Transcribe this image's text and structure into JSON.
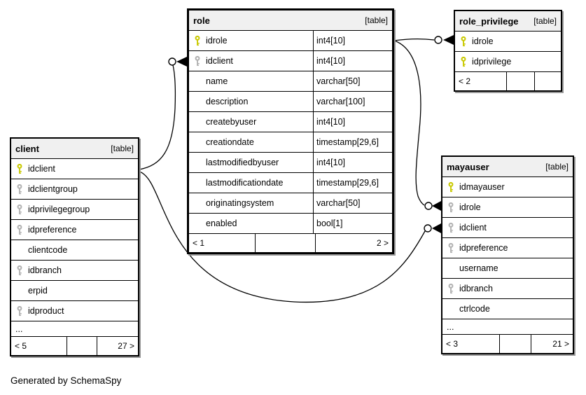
{
  "note": "Generated by SchemaSpy",
  "colors": {
    "primary_key": "#c9c900",
    "foreign_key": "#b2b2b2",
    "header_bg": "#f0f0f0",
    "border": "#000000",
    "shadow": "#999999"
  },
  "tables": [
    {
      "name": "role",
      "tag": "[table]",
      "columns": [
        {
          "name": "idrole",
          "type": "int4[10]",
          "key": "pk"
        },
        {
          "name": "idclient",
          "type": "int4[10]",
          "key": "fk"
        },
        {
          "name": "name",
          "type": "varchar[50]",
          "key": ""
        },
        {
          "name": "description",
          "type": "varchar[100]",
          "key": ""
        },
        {
          "name": "createbyuser",
          "type": "int4[10]",
          "key": ""
        },
        {
          "name": "creationdate",
          "type": "timestamp[29,6]",
          "key": ""
        },
        {
          "name": "lastmodifiedbyuser",
          "type": "int4[10]",
          "key": ""
        },
        {
          "name": "lastmodificationdate",
          "type": "timestamp[29,6]",
          "key": ""
        },
        {
          "name": "originatingsystem",
          "type": "varchar[50]",
          "key": ""
        },
        {
          "name": "enabled",
          "type": "bool[1]",
          "key": ""
        }
      ],
      "footer": {
        "left": "< 1",
        "mid": "",
        "right": "2 >"
      }
    },
    {
      "name": "role_privilege",
      "tag": "[table]",
      "columns": [
        {
          "name": "idrole",
          "key": "pk"
        },
        {
          "name": "idprivilege",
          "key": "pk"
        }
      ],
      "footer": {
        "left": "< 2",
        "mid": "",
        "right": ""
      }
    },
    {
      "name": "client",
      "tag": "[table]",
      "columns": [
        {
          "name": "idclient",
          "key": "pk"
        },
        {
          "name": "idclientgroup",
          "key": "fk"
        },
        {
          "name": "idprivilegegroup",
          "key": "fk"
        },
        {
          "name": "idpreference",
          "key": "fk"
        },
        {
          "name": "clientcode",
          "key": ""
        },
        {
          "name": "idbranch",
          "key": "fk"
        },
        {
          "name": "erpid",
          "key": ""
        },
        {
          "name": "idproduct",
          "key": "fk"
        }
      ],
      "ellipsis": "...",
      "footer": {
        "left": "< 5",
        "mid": "",
        "right": "27 >"
      }
    },
    {
      "name": "mayauser",
      "tag": "[table]",
      "columns": [
        {
          "name": "idmayauser",
          "key": "pk"
        },
        {
          "name": "idrole",
          "key": "fk"
        },
        {
          "name": "idclient",
          "key": "fk"
        },
        {
          "name": "idpreference",
          "key": "fk"
        },
        {
          "name": "username",
          "key": ""
        },
        {
          "name": "idbranch",
          "key": "fk"
        },
        {
          "name": "ctrlcode",
          "key": ""
        }
      ],
      "ellipsis": "...",
      "footer": {
        "left": "< 3",
        "mid": "",
        "right": "21 >"
      }
    }
  ],
  "relationships": [
    {
      "from": "role.idrole",
      "to": "role_privilege.idrole"
    },
    {
      "from": "role.idrole",
      "to": "mayauser.idrole"
    },
    {
      "from": "client.idclient",
      "to": "role.idclient"
    },
    {
      "from": "client.idclient",
      "to": "mayauser.idclient"
    }
  ]
}
